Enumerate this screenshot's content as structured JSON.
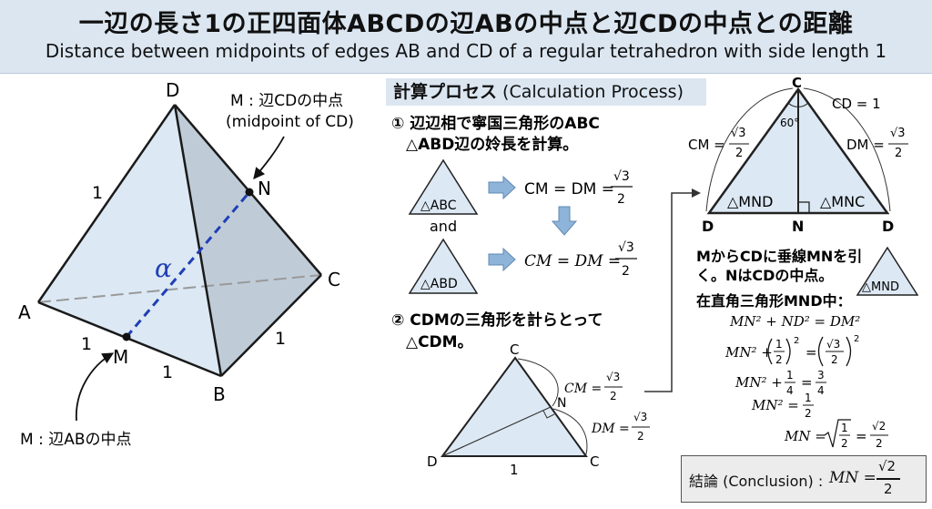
{
  "header": {
    "title_jp": "一辺の長さ1の正四面体ABCDの辺ABの中点と辺CDの中点との距離",
    "title_en": "Distance between midpoints of edges AB and CD of a regular tetrahedron with side length 1"
  },
  "tetra": {
    "A": "A",
    "B": "B",
    "C": "C",
    "D": "D",
    "M": "M",
    "N": "N",
    "edge_one": "1",
    "alpha": "α",
    "note_n": [
      "M : 辺CDの中点",
      "(midpoint of CD)"
    ],
    "note_m": "M : 辺ABの中点"
  },
  "process": {
    "title_jp": "計算プロセス",
    "title_en": " (Calculation Process)",
    "step1_line1": "① 辺辺相で寧国三角形のABC",
    "step1_line2": "△ABD辺の姈長を計算。",
    "tri_abc": "△ABC",
    "and": "and",
    "tri_abd": "△ABD",
    "eq_upright": "CM = DM =",
    "eq_italic": "CM = DM =",
    "sqrt3": "√3",
    "two": "2",
    "step2_line1": "② CDMの三角形を計らとって",
    "step2_line2": "△CDM。",
    "small_c": "C",
    "small_n": "N",
    "small_d": "D",
    "small_c2": "C",
    "small_one": "1",
    "small_cm": "CM =",
    "small_dm": "DM ="
  },
  "right": {
    "C": "C",
    "D": "D",
    "N": "N",
    "D2": "D",
    "angle": "60°",
    "cd_eq": "CD = 1",
    "cm_eq": "CM =",
    "dm_eq": "DM =",
    "tri_mnd": "△MND",
    "tri_mnc": "△MNC",
    "text1": "MからCDに垂線MNを引",
    "text2": "く。NはCDの中点。",
    "text3": "在直角三角形MND中：",
    "small_tri": "△MND",
    "eq1": "MN² + ND² = DM²",
    "eq3": "MN² + 1/4 = 3/4",
    "eq4": "MN² = 1/2",
    "eq5": "MN = √(1/2) = √2/2"
  },
  "conclusion": {
    "label": "結論 (Conclusion) :",
    "expr": "MN ="
  }
}
